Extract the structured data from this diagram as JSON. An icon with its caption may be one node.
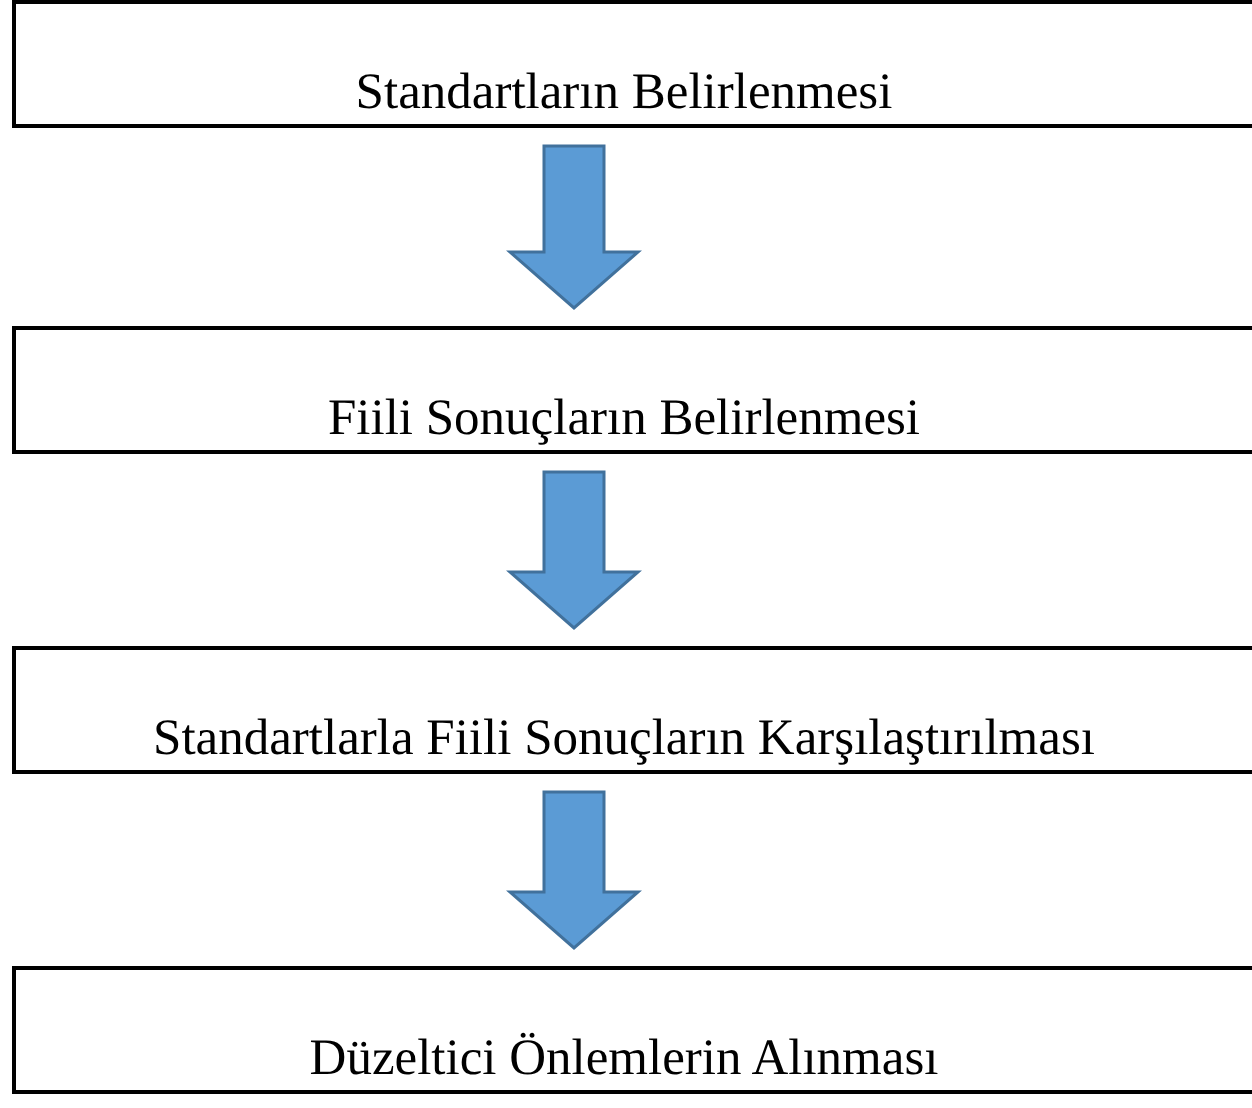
{
  "diagram": {
    "nodes": [
      {
        "text": [
          "Standartların Belirlenmesi"
        ]
      },
      {
        "text": [
          "Fiili Sonuçların Belirlenmesi"
        ]
      },
      {
        "text": [
          "Standartlarla Fiili Sonuçların Karşılaştırılması"
        ]
      },
      {
        "text": [
          "Düzeltici Önlemlerin Alınması"
        ]
      }
    ],
    "edges": [
      {
        "from": 0,
        "to": 1,
        "arrow": "to"
      },
      {
        "from": 1,
        "to": 2,
        "arrow": "to"
      },
      {
        "from": 2,
        "to": 3,
        "arrow": "to"
      }
    ]
  }
}
